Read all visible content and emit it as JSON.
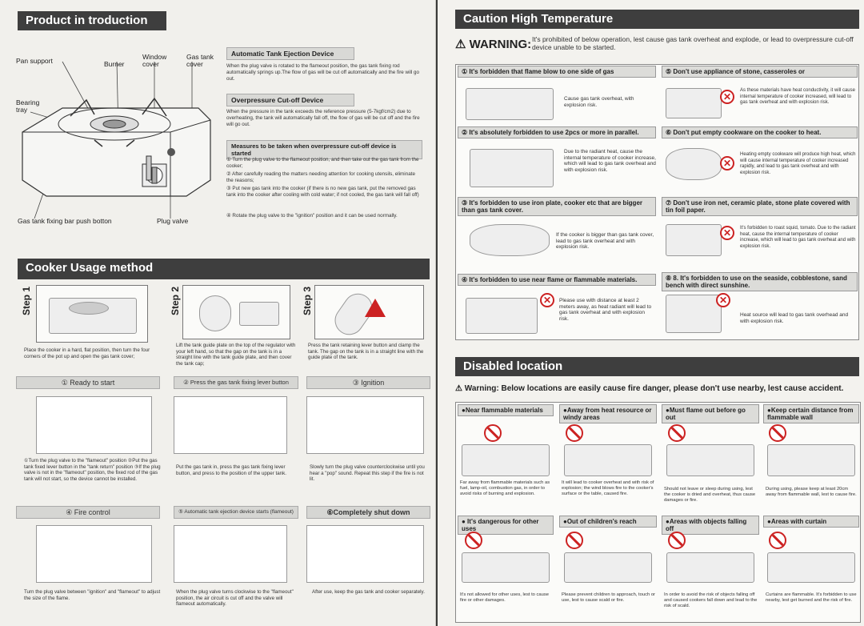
{
  "intro": {
    "title": "Product in troduction",
    "labels": {
      "pan_support": "Pan support",
      "burner": "Burner",
      "window_cover": "Window cover",
      "gas_tank_cover": "Gas tank cover",
      "bearing_tray": "Bearing tray",
      "gas_tank_fixing_bar": "Gas tank fixing bar push botton",
      "plug_valve": "Plug valve"
    },
    "auto_title": "Automatic Tank Ejection Device",
    "auto_text": "When the plug valve is rotated to the flameout position, the gas tank fixing rod automatically springs up.The flow of gas will be cut off automatically and the fire will go out.",
    "over_title": "Overpressure Cut-off Device",
    "over_text": "When the pressure in the tank exceeds the reference pressure (5-7kgf/cm2) due to overheating, the tank will automatically fall off, the flow of gas will be cut off and the fire will go out.",
    "measures_title": "Measures to be taken when overpressure cut-off device is started",
    "measures": [
      "① Turn the plug valve to the flameout position, and then take out the gas tank from the cooker;",
      "② After carefully reading the matters needing attention for cooking utensils, eliminate the reasons;",
      "③ Put new gas tank into the cooker (if there is no new gas tank, put the removed gas tank into the cooker after cooling with cold water; if not cooled, the gas tank will fall off)",
      "④ Rotate the plug valve to the \"ignition\" position and it can be used normally."
    ]
  },
  "usage": {
    "title": "Cooker Usage method",
    "steps": [
      {
        "label": "Step 1",
        "text": "Place the cooker in a hard, flat position, then turn the four corners of the pot up and open the gas tank cover;"
      },
      {
        "label": "Step 2",
        "text": "Lift the tank guide plate on the top of the regulator with your left hand, so that the gap on the tank is in a straight line with the tank guide plate, and then cover the tank cap;"
      },
      {
        "label": "Step 3",
        "text": "Press the tank retaining lever button and clamp the tank. The gap on the tank is in a straight line with the guide plate of the tank."
      }
    ],
    "bars": [
      "① Ready to start",
      "② Press the gas tank fixing lever button",
      "③ Ignition",
      "④ Fire control",
      "⑤ Automatic tank ejection device starts (flameout)",
      "⑥Completely shut down"
    ],
    "panels": [
      {
        "text": "①Turn the plug valve to the \"flameout\" position ②Put the gas tank fixed lever button in the \"tank return\" position ③If the plug valve is not in the \"flameout\" position, the fixed rod of the gas tank will not start, so the device cannot be installed."
      },
      {
        "text": "Put the gas tank in, press the gas tank fixing lever button, and press to the position of the upper tank."
      },
      {
        "text": "Slowly turn the plug valve counterclockwise until you hear a \"pop\" sound. Repeat this step if the fire is not lit."
      },
      {
        "text": "Turn the plug valve between \"ignition\" and \"flameout\" to adjust the size of the flame."
      },
      {
        "text": "When the plug valve turns clockwise to the \"flameout\" position, the air circuit is cut off and the valve will flameout automatically."
      },
      {
        "text": "After use, keep the gas tank and cooker separately."
      }
    ]
  },
  "caution": {
    "title": "Caution High Temperature",
    "warning_word": "WARNING:",
    "warning_text": "It's prohibited of below operation, lest cause gas tank overheat and explode, or lead to overpressure cut-off device unable to be started.",
    "items": [
      {
        "title": "① It's forbidden that flame blow to one side of gas",
        "text": "Cause gas tank overheat, with explosion risk."
      },
      {
        "title": "⑤ Don't use appliance of stone, casseroles or",
        "text": "As these materials have heat conductivity, it will cause internal temperature of cooker increased, will lead to gas tank overheat and with explosion risk."
      },
      {
        "title": "② It's absolutely forbidden to use 2pcs or more in parallel.",
        "text": "Due to the radiant heat, cause the internal temperature of cooker increase, which will lead to gas tank overheat and with explosion risk."
      },
      {
        "title": "⑥ Don't put empty cookware on the cooker to heat.",
        "text": "Heating empty cookware will produce high heat, which will cause internal temperature of cooker increased rapidly, and lead to gas tank overheat and with explosion risk."
      },
      {
        "title": "③ It's forbidden to use iron plate, cooker etc that are bigger than gas tank cover.",
        "text": "If the cooker is bigger than gas tank cover, lead to gas tank overheat and with explosion risk."
      },
      {
        "title": "⑦ Don't use iron net, ceramic plate, stone plate covered with tin foil paper.",
        "text": "It's forbidden to roast squid, tomato. Due to the radiant heat, cause the internal temperature of cooker increase, which will lead to gas tank overheat and with explosion risk."
      },
      {
        "title": "④ It's forbidden to use near flame or flammable materials.",
        "text": "Please use with distance at least 2 meters away, as heat radiant will lead to gas tank overheat and with explosion risk."
      },
      {
        "title": "⑧ 8. It's forbidden to use on the seaside, cobblestone, sand bench with direct sunshine.",
        "text": "Heat source will lead to gas tank overhead and with explosion risk."
      }
    ]
  },
  "disabled": {
    "title": "Disabled location",
    "warning": "Warning: Below locations are easily cause fire danger, please don't use nearby, lest cause accident.",
    "cells": [
      {
        "title": "●Near flammable materials",
        "text": "Far away from flammable materials such as fuel, lamp-oil, combustion gas, in order to avoid risks of burning and explosion."
      },
      {
        "title": "●Away from heat resource or windy areas",
        "text": "It will lead to cooker overheat and with risk of explosion; the wind blows fire to the cooker's surface or the table, caused fire."
      },
      {
        "title": "●Must flame out before go out",
        "text": "Should not leave or sleep during using, lest the cooker is dried and overheat, thus cause damages or fire."
      },
      {
        "title": "●Keep certain distance from flammable wall",
        "text": "During using, please keep at least 20cm away from flammable wall, lest to cause fire."
      },
      {
        "title": "● It's dangerous for other uses",
        "text": "It's not allowed for other uses, lest to cause fire or other damages."
      },
      {
        "title": "●Out of children's reach",
        "text": "Please prevent children to approach, touch or use, lest to cause scald or fire."
      },
      {
        "title": "●Areas with objects falling off",
        "text": "In order to avoid the risk of objects falling off and caused cookers fall down and lead to the risk of scald."
      },
      {
        "title": "●Areas with curtain",
        "text": "Curtains are flammable. It's forbidden to use nearby, lest get burned and the risk of fire."
      }
    ]
  }
}
